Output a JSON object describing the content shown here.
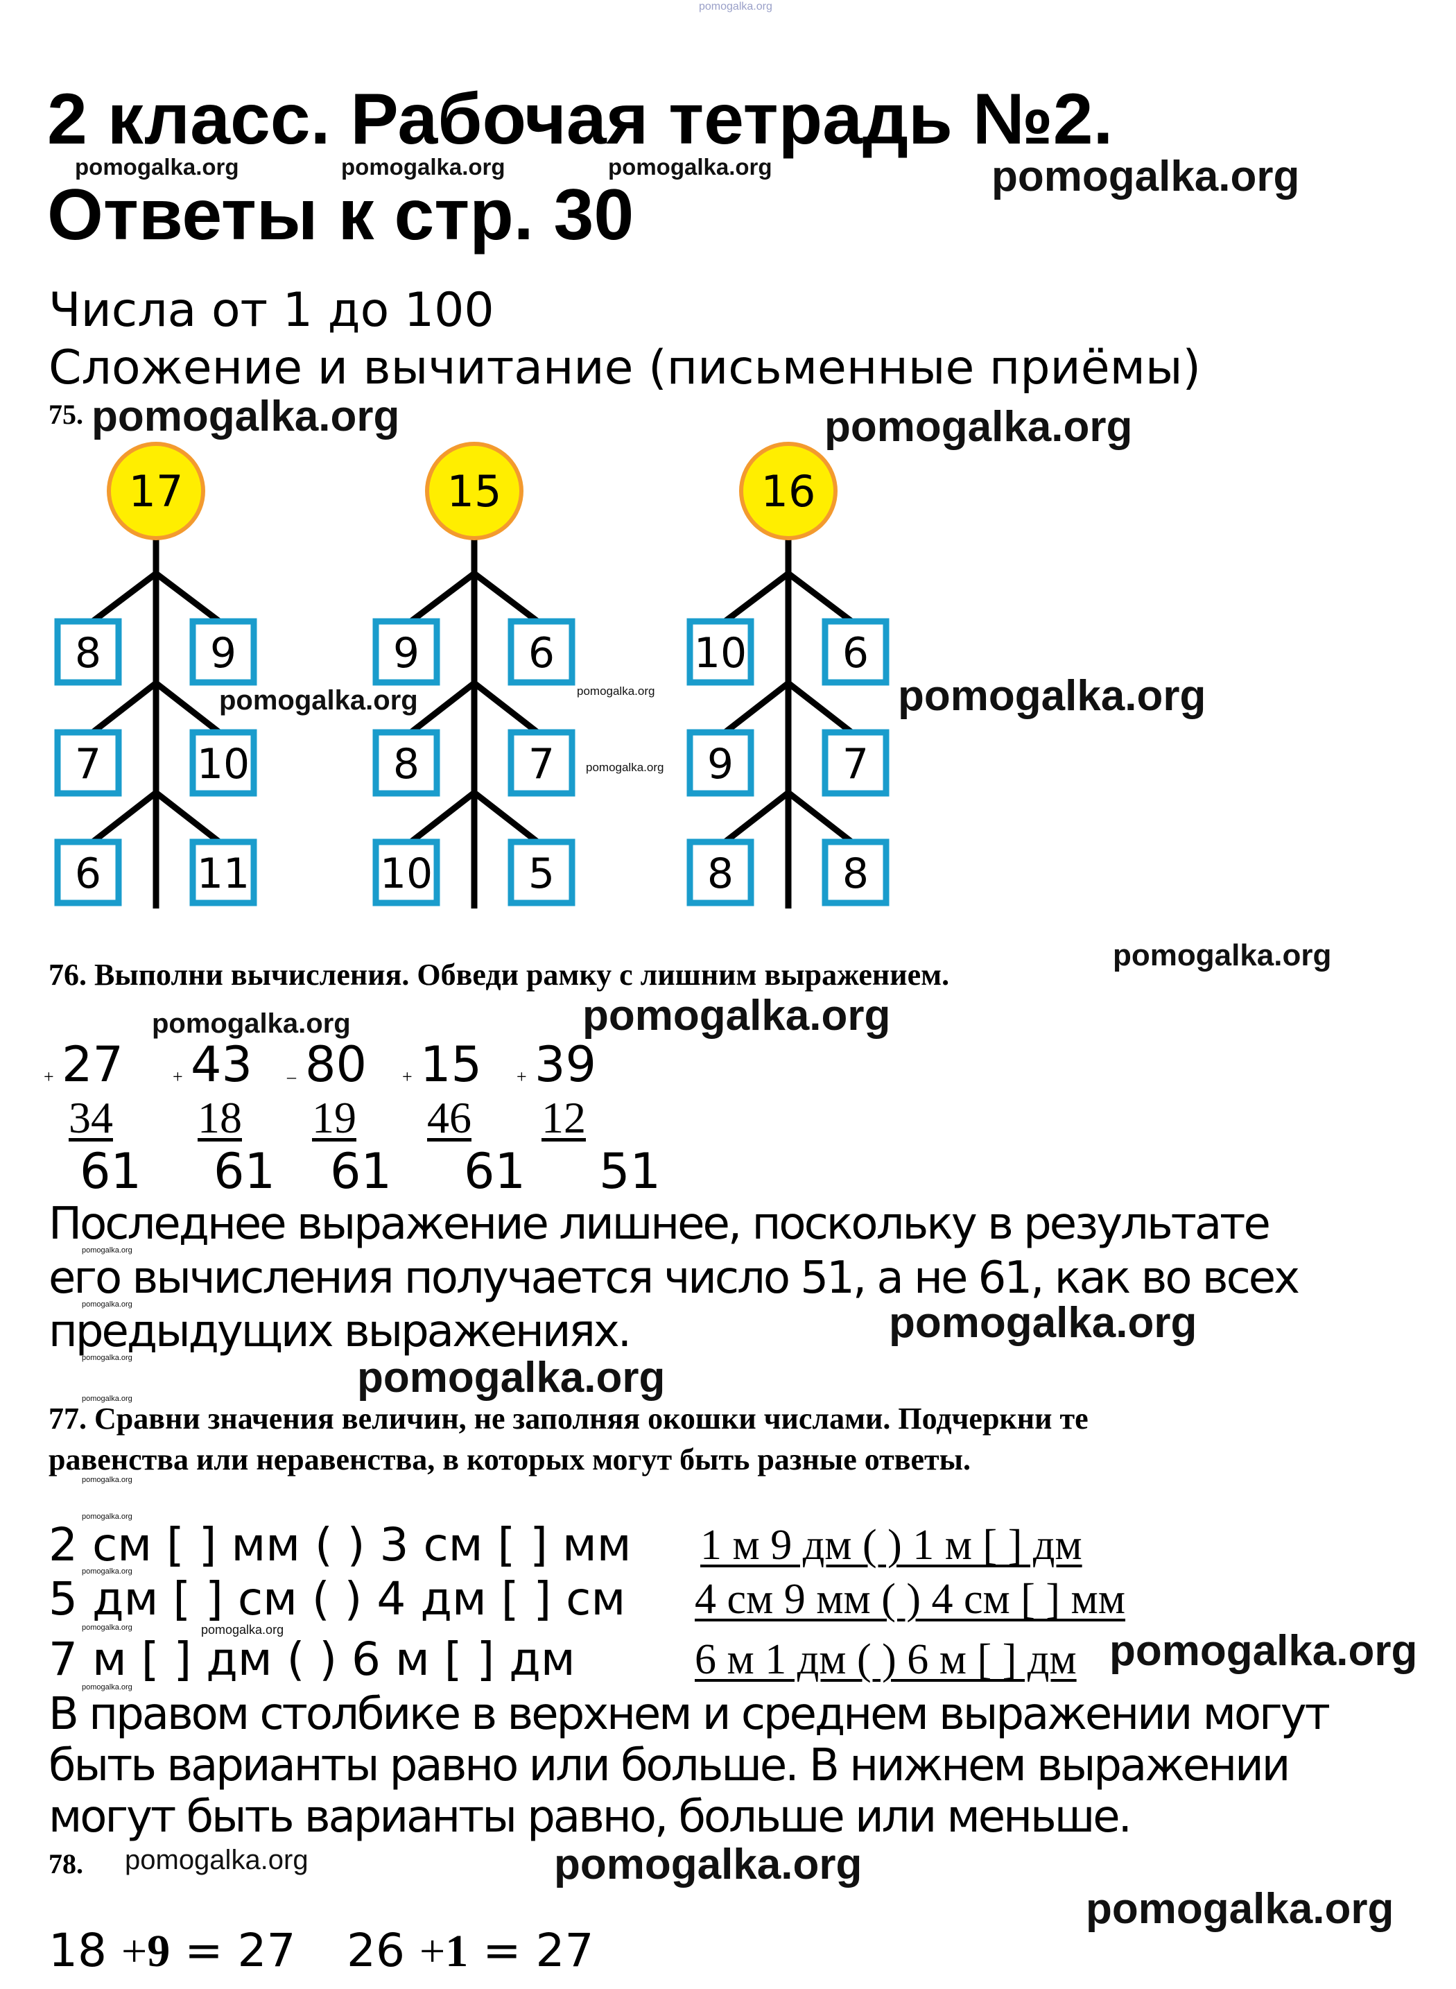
{
  "watermark": "pomogalka.org",
  "header": {
    "title_line1": "2 класс. Рабочая тетрадь №2.",
    "title_line2": "Ответы к стр. 30"
  },
  "topic": {
    "line1": "Числа от 1 до 100",
    "line2": "Сложение и вычитание (письменные приёмы)"
  },
  "task75": {
    "number": "75.",
    "trees": [
      {
        "root": "17",
        "rows": [
          [
            "8",
            "9"
          ],
          [
            "7",
            "10"
          ],
          [
            "6",
            "11"
          ]
        ]
      },
      {
        "root": "15",
        "rows": [
          [
            "9",
            "6"
          ],
          [
            "8",
            "7"
          ],
          [
            "10",
            "5"
          ]
        ]
      },
      {
        "root": "16",
        "rows": [
          [
            "10",
            "6"
          ],
          [
            "9",
            "7"
          ],
          [
            "8",
            "8"
          ]
        ]
      }
    ],
    "colors": {
      "circle_fill": "#ffee00",
      "circle_stroke": "#f39a2e",
      "box_stroke": "#1a9ccc"
    }
  },
  "task76": {
    "heading": "76. Выполни вычисления. Обведи рамку с лишним выражением.",
    "columns": [
      {
        "sign": "+",
        "top": "27",
        "bottom": "34",
        "result": "61"
      },
      {
        "sign": "+",
        "top": "43",
        "bottom": "18",
        "result": "61"
      },
      {
        "sign": "–",
        "top": "80",
        "bottom": "19",
        "result": "61"
      },
      {
        "sign": "+",
        "top": "15",
        "bottom": "46",
        "result": "61"
      },
      {
        "sign": "+",
        "top": "39",
        "bottom": "12",
        "result": "51"
      }
    ],
    "explanation": [
      "Последнее выражение лишнее, поскольку в результате",
      "его вычисления получается число 51, а не 61, как во всех",
      "предыдущих выражениях."
    ]
  },
  "task77": {
    "heading": [
      "77. Сравни значения величин, не заполняя окошки числами. Подчеркни те",
      "равенства или неравенства, в которых могут быть разные ответы."
    ],
    "left": [
      "2 см [ ] мм ( ) 3 см [ ] мм",
      "5 дм [ ] см ( ) 4 дм [ ] см",
      "7 м [ ] дм ( ) 6 м [ ] дм"
    ],
    "right": [
      "1 м 9 дм ( ) 1 м [ ] дм",
      "4 см 9 мм ( ) 4 см [ ] мм",
      "6 м 1 дм ( ) 6 м [ ] дм"
    ],
    "explanation": [
      "В правом столбике в верхнем и среднем выражении могут",
      "быть варианты равно или больше. В нижнем выражении",
      "могут быть варианты равно, больше или меньше."
    ]
  },
  "task78": {
    "number": "78.",
    "eq1": {
      "a": "18",
      "op": "+",
      "b": "9",
      "eq": "=",
      "r": "27"
    },
    "eq2": {
      "a": "26",
      "op": "+",
      "b": "1",
      "eq": "=",
      "r": "27"
    }
  }
}
